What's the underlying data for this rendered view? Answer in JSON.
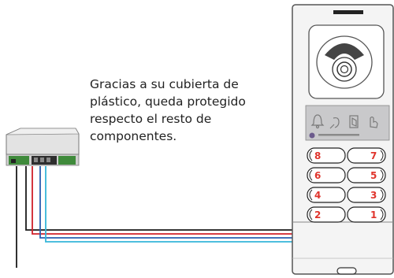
{
  "caption": {
    "lines": [
      "Gracias a su cubierta de",
      "plástico, queda protegido",
      "respecto el resto de",
      "componentes."
    ]
  },
  "panel": {
    "buttons": [
      {
        "left": "8",
        "right": "7"
      },
      {
        "left": "6",
        "right": "5"
      },
      {
        "left": "4",
        "right": "3"
      },
      {
        "left": "2",
        "right": "1"
      }
    ],
    "status_icons": [
      "bell-icon",
      "hearing-loop-icon",
      "door-open-icon",
      "touch-hand-icon"
    ]
  },
  "colors": {
    "wire_black": "#1a1a1a",
    "wire_red": "#d0202a",
    "wire_blue": "#2a5fb0",
    "wire_cyan": "#35b6d9",
    "button_number": "#e0342c",
    "panel_fill": "#f4f4f4",
    "panel_stroke": "#555555"
  }
}
